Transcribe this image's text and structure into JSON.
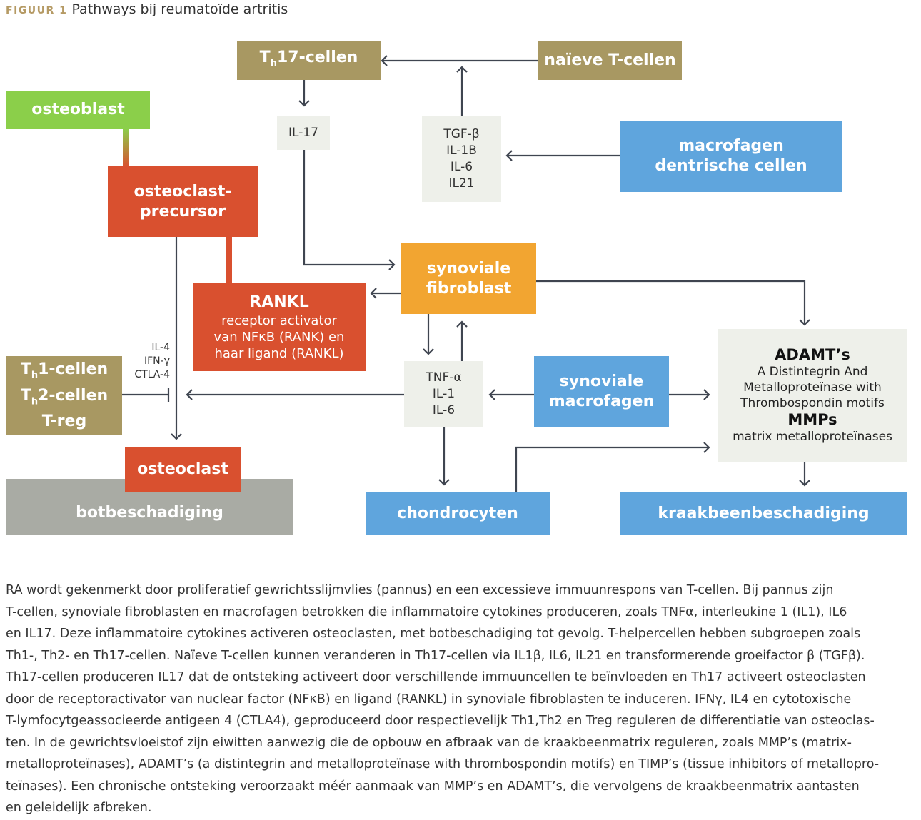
{
  "figure": {
    "label": "FIGUUR 1",
    "title": "Pathways bij reumatoïde artritis"
  },
  "nodes": {
    "th17": {
      "pre": "T",
      "sub": "h",
      "post": "17-cellen"
    },
    "naive": "naïeve T-cellen",
    "osteoblast": "osteoblast",
    "il17": "IL-17",
    "tgf": [
      "TGF-β",
      "IL-1B",
      "IL-6",
      "IL21"
    ],
    "macrofagen_dc": [
      "macrofagen",
      "dentrische cellen"
    ],
    "precursor": [
      "osteoclast-",
      "precursor"
    ],
    "synoviale_fibroblast": [
      "synoviale",
      "fibroblast"
    ],
    "rankl": {
      "title": "RANKL",
      "lines": [
        "receptor activator",
        "van NFκB (RANK) en",
        "haar ligand (RANKL)"
      ]
    },
    "th_cells": [
      {
        "pre": "T",
        "sub": "h",
        "post": "1-cellen"
      },
      {
        "pre": "T",
        "sub": "h",
        "post": "2-cellen"
      },
      {
        "pre": "",
        "sub": "",
        "post": "T-reg"
      }
    ],
    "inhibitors": [
      "IL-4",
      "IFN-γ",
      "CTLA-4"
    ],
    "tnf": [
      "TNF-α",
      "IL-1",
      "IL-6"
    ],
    "synoviale_macrofagen": [
      "synoviale",
      "macrofagen"
    ],
    "adamts": {
      "title1": "ADAMT’s",
      "desc1": [
        "A Distintegrin And",
        "Metalloproteïnase with",
        "Thrombospondin motifs"
      ],
      "title2": "MMPs",
      "desc2": [
        "matrix metalloproteïnases"
      ]
    },
    "osteoclast": "osteoclast",
    "botbeschadiging": "botbeschadiging",
    "chondrocyten": "chondrocyten",
    "kraakbeen": "kraakbeenbeschadiging"
  },
  "caption_lines": [
    "RA wordt gekenmerkt door proliferatief gewrichtsslijmvlies (pannus) en een excessieve immuunrespons van T-cellen. Bij pannus zijn",
    "T-cellen, synoviale fibroblasten en macrofagen betrokken die inflammatoire cytokines produceren, zoals TNFα, interleukine 1 (IL1), IL6",
    "en IL17. Deze inflammatoire cytokines activeren osteoclasten, met botbeschadiging tot gevolg. T-helpercellen hebben subgroepen zoals",
    "Th1-, Th2- en Th17-cellen. Naïeve T-cellen kunnen veranderen in Th17-cellen via IL1β, IL6, IL21 en transformerende groeifactor β (TGFβ).",
    "Th17-cellen produceren IL17 dat de ontsteking activeert door verschillende immuuncellen te beïnvloeden en Th17 activeert osteoclasten",
    "door de receptoractivator van nuclear factor  (NFκB) en ligand (RANKL) in synoviale fibroblasten te induceren. IFNγ, IL4 en cytotoxische",
    "T-lymfocytgeassocieerde antigeen 4 (CTLA4), geproduceerd door respectievelijk Th1,Th2 en Treg reguleren de differentiatie van osteoclas-",
    "ten.  In de gewrichtsvloeistof zijn eiwitten aanwezig die de opbouw en afbraak van de kraakbeenmatrix reguleren, zoals MMP’s (matrix-",
    "metalloproteïnases), ADAMT’s (a distintegrin and metalloproteïnase with thrombospondin motifs) en TIMP’s (tissue inhibitors of metallopro-",
    "teïnases). Een chronische ontsteking veroorzaakt  méér aanmaak van MMP’s en ADAMT’s, die vervolgens de kraakbeenmatrix aantasten",
    "en geleidelijk afbreken."
  ],
  "colors": {
    "olive": "#a89862",
    "green": "#8bcf4a",
    "red": "#d9502f",
    "orange": "#f2a531",
    "blue": "#5fa5dd",
    "grey": "#a9aba4",
    "pale": "#eef0ea",
    "arrow": "#3f4550"
  }
}
